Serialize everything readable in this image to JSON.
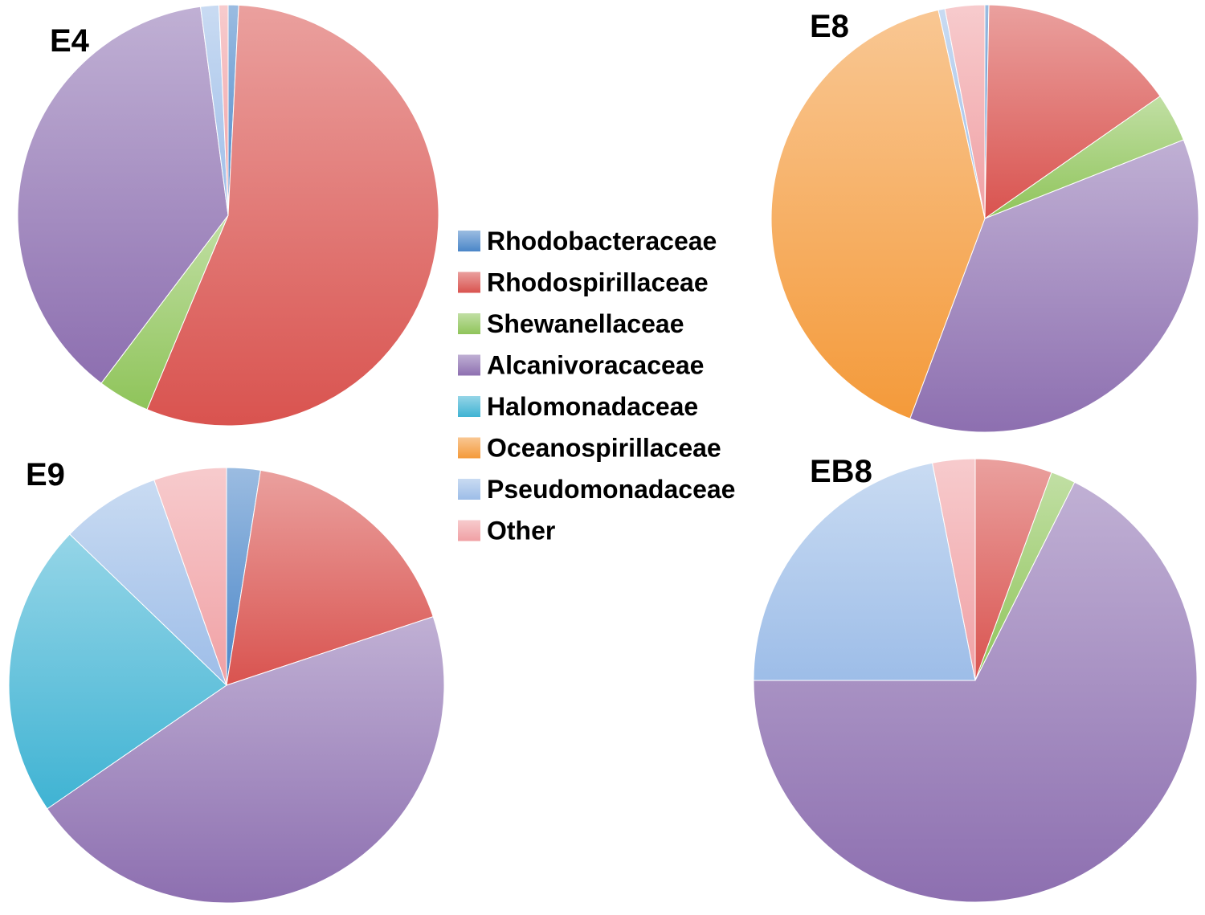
{
  "chart_data": {
    "type": "pie",
    "legend": {
      "placement": "center",
      "entries": [
        {
          "key": "rhodobacteraceae",
          "label": "Rhodobacteraceae",
          "color": "#4a86c8"
        },
        {
          "key": "rhodospirillaceae",
          "label": "Rhodospirillaceae",
          "color": "#d9534f"
        },
        {
          "key": "shewanellaceae",
          "label": "Shewanellaceae",
          "color": "#8fc45a"
        },
        {
          "key": "alcanivoracaceae",
          "label": "Alcanivoracaceae",
          "color": "#8d6fb0"
        },
        {
          "key": "halomonadaceae",
          "label": "Halomonadaceae",
          "color": "#3fb3d3"
        },
        {
          "key": "oceanospirillaceae",
          "label": "Oceanospirillaceae",
          "color": "#f49a3a"
        },
        {
          "key": "pseudomonadaceae",
          "label": "Pseudomonadaceae",
          "color": "#9dbde8"
        },
        {
          "key": "other",
          "label": "Other",
          "color": "#f0a0a4"
        }
      ]
    },
    "pies": [
      {
        "title": "E4",
        "slices": [
          {
            "key": "rhodobacteraceae",
            "value": 0.8
          },
          {
            "key": "rhodospirillaceae",
            "value": 55.5
          },
          {
            "key": "shewanellaceae",
            "value": 4.0
          },
          {
            "key": "alcanivoracaceae",
            "value": 37.6
          },
          {
            "key": "halomonadaceae",
            "value": 0
          },
          {
            "key": "oceanospirillaceae",
            "value": 0
          },
          {
            "key": "pseudomonadaceae",
            "value": 1.4
          },
          {
            "key": "other",
            "value": 0.7
          }
        ]
      },
      {
        "title": "E8",
        "slices": [
          {
            "key": "rhodobacteraceae",
            "value": 0.3
          },
          {
            "key": "rhodospirillaceae",
            "value": 15.0
          },
          {
            "key": "shewanellaceae",
            "value": 3.7
          },
          {
            "key": "alcanivoracaceae",
            "value": 36.7
          },
          {
            "key": "halomonadaceae",
            "value": 0
          },
          {
            "key": "oceanospirillaceae",
            "value": 40.8
          },
          {
            "key": "pseudomonadaceae",
            "value": 0.5
          },
          {
            "key": "other",
            "value": 3.0
          }
        ]
      },
      {
        "title": "E9",
        "slices": [
          {
            "key": "rhodobacteraceae",
            "value": 2.5
          },
          {
            "key": "rhodospirillaceae",
            "value": 17.4
          },
          {
            "key": "shewanellaceae",
            "value": 0
          },
          {
            "key": "alcanivoracaceae",
            "value": 45.5
          },
          {
            "key": "halomonadaceae",
            "value": 21.8
          },
          {
            "key": "oceanospirillaceae",
            "value": 0
          },
          {
            "key": "pseudomonadaceae",
            "value": 7.4
          },
          {
            "key": "other",
            "value": 5.4
          }
        ]
      },
      {
        "title": "EB8",
        "slices": [
          {
            "key": "rhodobacteraceae",
            "value": 0
          },
          {
            "key": "rhodospirillaceae",
            "value": 5.6
          },
          {
            "key": "shewanellaceae",
            "value": 1.8
          },
          {
            "key": "alcanivoracaceae",
            "value": 67.6
          },
          {
            "key": "halomonadaceae",
            "value": 0
          },
          {
            "key": "oceanospirillaceae",
            "value": 0
          },
          {
            "key": "pseudomonadaceae",
            "value": 21.9
          },
          {
            "key": "other",
            "value": 3.1
          }
        ]
      }
    ]
  }
}
